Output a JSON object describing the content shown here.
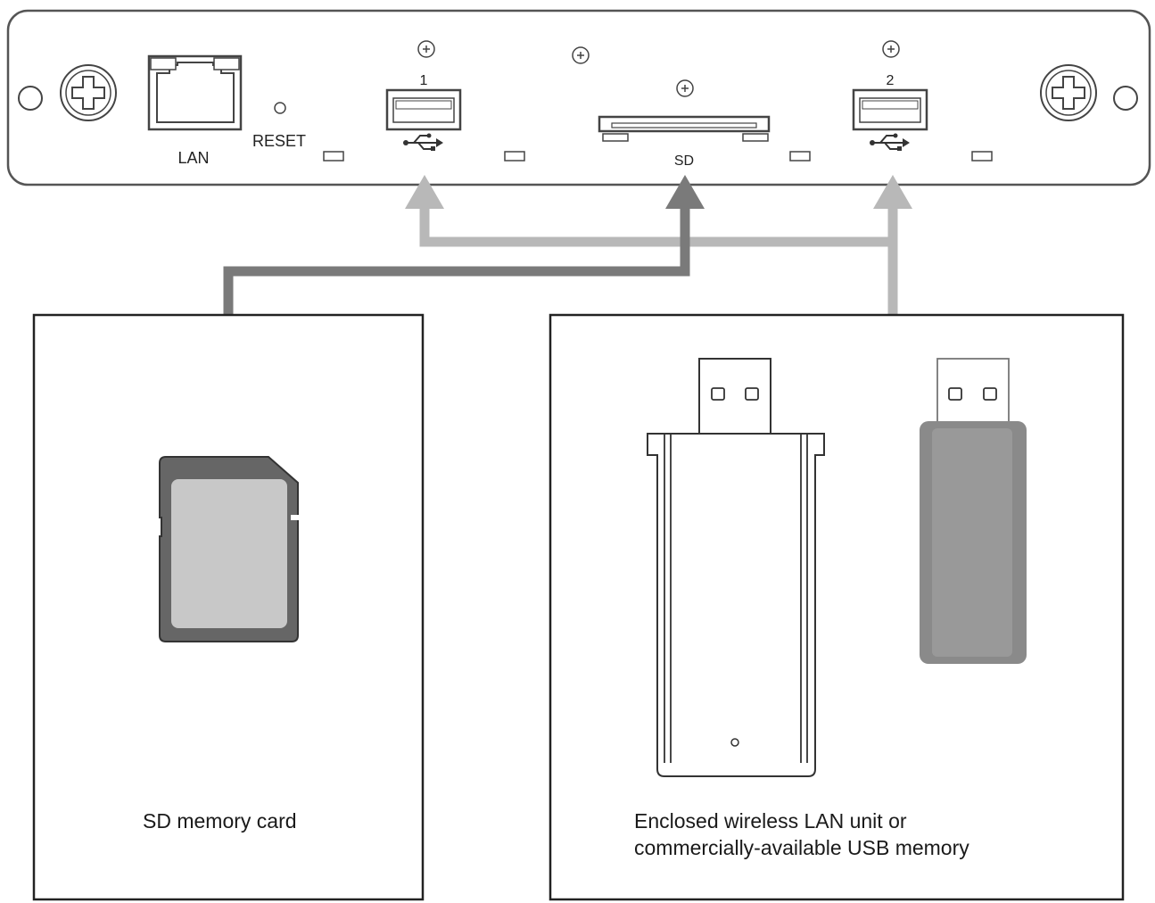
{
  "panel": {
    "lan_label": "LAN",
    "reset_label": "RESET",
    "usb1_number": "1",
    "usb2_number": "2",
    "sd_label": "SD"
  },
  "sd_box": {
    "caption": "SD memory card"
  },
  "usb_box": {
    "caption_line1": "Enclosed wireless LAN unit or",
    "caption_line2": "commercially-available USB memory"
  },
  "colors": {
    "panel_stroke": "#555555",
    "arrow_light": "#b8b8b8",
    "arrow_dark": "#7a7a7a",
    "sd_card_outer": "#666666",
    "sd_card_inner": "#c8c8c8",
    "usb_memory_body": "#8a8a8a"
  }
}
